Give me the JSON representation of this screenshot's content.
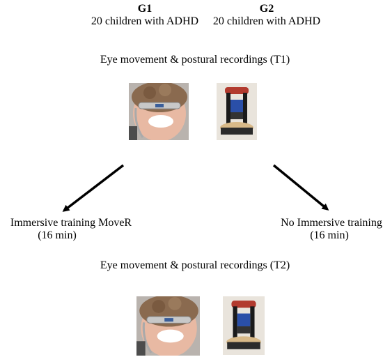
{
  "groups": [
    {
      "title": "G1",
      "subtitle": "20 children with ADHD"
    },
    {
      "title": "G2",
      "subtitle": "20 children with ADHD"
    }
  ],
  "recording_t1": "Eye movement & postural recordings  (T1)",
  "recording_t2": "Eye movement & postural recordings  (T2)",
  "left_branch": {
    "line1": "Immersive training MoveR",
    "line2": "(16 min)"
  },
  "right_branch": {
    "line1": "No Immersive training",
    "line2": "(16 min)"
  },
  "colors": {
    "arrow": "#000000",
    "headset": "#c8c8c8",
    "hair": "#8a6a4f",
    "skin": "#e8b9a3",
    "platform": "#d8b988",
    "device_red": "#b23a2e",
    "device_blue": "#2a4fa8"
  }
}
